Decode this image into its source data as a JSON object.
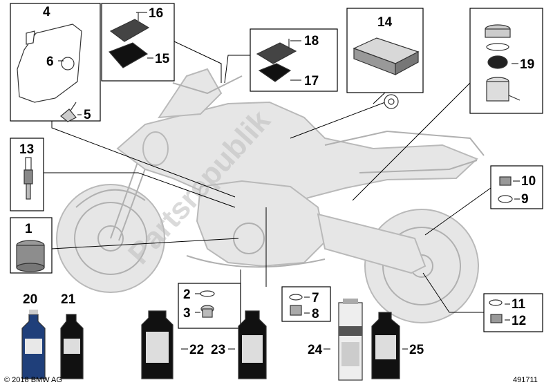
{
  "callouts": {
    "c1": "1",
    "c2": "2",
    "c3": "3",
    "c4": "4",
    "c5": "5",
    "c6": "6",
    "c7": "7",
    "c8": "8",
    "c9": "9",
    "c10": "10",
    "c11": "11",
    "c12": "12",
    "c13": "13",
    "c14": "14",
    "c15": "15",
    "c16": "16",
    "c17": "17",
    "c18": "18",
    "c19": "19",
    "c20": "20",
    "c21": "21",
    "c22": "22",
    "c23": "23",
    "c24": "24",
    "c25": "25"
  },
  "footer": {
    "copyright": "© 2018 BMW AG",
    "diagram_number": "491711"
  },
  "watermark": "Partsrepublik",
  "colors": {
    "bike_fill": "#e6e6e6",
    "bike_outline": "#b9b9b9",
    "bottle_black": "#111111",
    "bottle_blue": "#1f3f7a",
    "line": "#000000"
  }
}
